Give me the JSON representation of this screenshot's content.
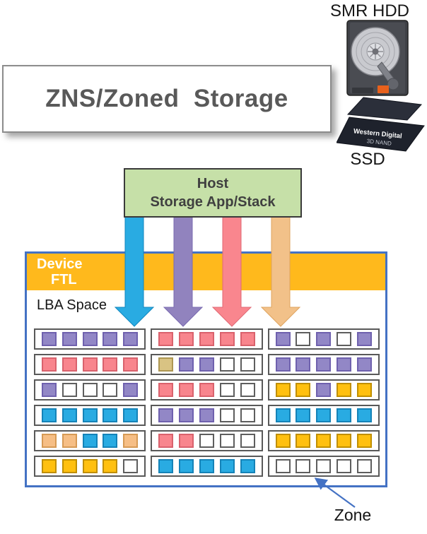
{
  "labels": {
    "smr_hdd": "SMR HDD",
    "ssd": "SSD",
    "ssd_chip_line1": "Western Digital",
    "ssd_chip_line2": "3D NAND",
    "title": "ZNS/Zoned  Storage",
    "host_line1": "Host",
    "host_line2": "Storage App/Stack",
    "ftl_line1": "Device",
    "ftl_line2": "FTL",
    "lba_space": "LBA Space",
    "zone": "Zone"
  },
  "colors": {
    "title_text": "#595959",
    "host_fill": "#C6E0A8",
    "host_border": "#3A3A3A",
    "band_fill": "#FFB91C",
    "band_text": "#FFFFFF",
    "box_border": "#4472C4",
    "zone_arrow": "#4472C4"
  },
  "arrows": [
    {
      "name": "blue",
      "color": "#29ABE2",
      "stroke": "#1286BE"
    },
    {
      "name": "purple",
      "color": "#9183BE",
      "stroke": "#7A6BB0"
    },
    {
      "name": "pink",
      "color": "#F9868E",
      "stroke": "#E06A75"
    },
    {
      "name": "orange",
      "color": "#F2C189",
      "stroke": "#DFA45F"
    }
  ],
  "cell_palette": {
    "purple": {
      "fill": "#9287C6",
      "border": "#6F61AE"
    },
    "pink": {
      "fill": "#F8858D",
      "border": "#D9626D"
    },
    "tan": {
      "fill": "#D9C383",
      "border": "#AD9752"
    },
    "blue": {
      "fill": "#29ABE2",
      "border": "#1583B8"
    },
    "orange": {
      "fill": "#FFC010",
      "border": "#C08F00"
    },
    "lightorange": {
      "fill": "#F6BE85",
      "border": "#D69A55"
    },
    "white": {
      "fill": "#FFFFFF",
      "border": "#5E5E5E"
    }
  },
  "zones": [
    [
      [
        "purple",
        "purple",
        "purple",
        "purple",
        "purple"
      ],
      [
        "pink",
        "pink",
        "pink",
        "pink",
        "pink"
      ],
      [
        "purple",
        "white",
        "purple",
        "white",
        "purple"
      ]
    ],
    [
      [
        "pink",
        "pink",
        "pink",
        "pink",
        "pink"
      ],
      [
        "tan",
        "purple",
        "purple",
        "white",
        "white"
      ],
      [
        "purple",
        "purple",
        "purple",
        "purple",
        "purple"
      ]
    ],
    [
      [
        "purple",
        "white",
        "white",
        "white",
        "purple"
      ],
      [
        "pink",
        "pink",
        "pink",
        "white",
        "white"
      ],
      [
        "orange",
        "orange",
        "purple",
        "orange",
        "orange"
      ]
    ],
    [
      [
        "blue",
        "blue",
        "blue",
        "blue",
        "blue"
      ],
      [
        "purple",
        "purple",
        "purple",
        "white",
        "white"
      ],
      [
        "blue",
        "blue",
        "blue",
        "blue",
        "blue"
      ]
    ],
    [
      [
        "lightorange",
        "lightorange",
        "blue",
        "blue",
        "lightorange"
      ],
      [
        "pink",
        "pink",
        "white",
        "white",
        "white"
      ],
      [
        "orange",
        "orange",
        "orange",
        "orange",
        "orange"
      ]
    ],
    [
      [
        "orange",
        "orange",
        "orange",
        "orange",
        "white"
      ],
      [
        "blue",
        "blue",
        "blue",
        "blue",
        "blue"
      ],
      [
        "white",
        "white",
        "white",
        "white",
        "white"
      ]
    ]
  ]
}
